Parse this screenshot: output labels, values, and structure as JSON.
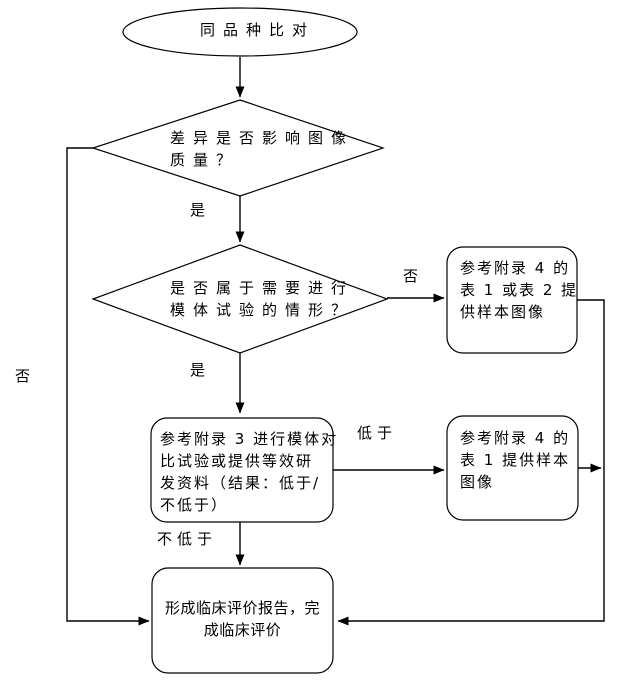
{
  "page": {
    "background_color": "#ffffff",
    "line_color": "#000000",
    "text_color": "#000000"
  },
  "flowchart": {
    "start": {
      "label": "同品种比对"
    },
    "decision_quality": {
      "lines": [
        "差异是否影响图像",
        "质量？"
      ]
    },
    "decision_phantom": {
      "lines": [
        "是否属于需要进行",
        "模体试验的情形？"
      ]
    },
    "box_table12": {
      "lines": [
        "参考附录 4 的",
        "表 1 或表 2 提",
        "供样本图像"
      ]
    },
    "box_phantom_test": {
      "lines": [
        "参考附录 3 进行模体对",
        "比试验或提供等效研",
        "发资料（结果：低于/",
        "不低于）"
      ]
    },
    "box_table1": {
      "lines": [
        "参考附录 4 的",
        "表 1 提供样本",
        "图像"
      ]
    },
    "box_report": {
      "lines": [
        "形成临床评价报告，完",
        "成临床评价"
      ]
    },
    "labels": {
      "yes_1": "是",
      "yes_2": "是",
      "no_right": "否",
      "no_left": "否",
      "lower": "低于",
      "not_lower": "不低于"
    }
  }
}
